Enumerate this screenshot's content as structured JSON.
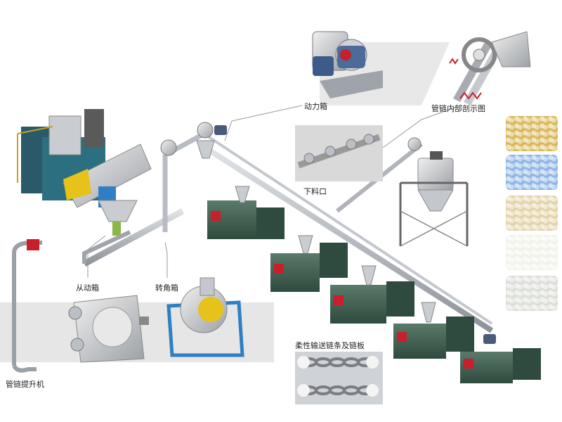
{
  "labels": {
    "power_box": "动力箱",
    "chain_cutaway": "管链内部剖示图",
    "discharge_port": "下料口",
    "driven_box": "从动箱",
    "corner_box": "转角箱",
    "chain_parts": "柔性输送链条及链板",
    "lifter": "管链提升机"
  },
  "materials": [
    {
      "name": "granules-yellow",
      "color": "#d9b85a"
    },
    {
      "name": "crystals-blue",
      "color": "#8fb6e6"
    },
    {
      "name": "powder-cream",
      "color": "#e3d3a8"
    },
    {
      "name": "powder-white",
      "color": "#f2f2ea"
    },
    {
      "name": "salt-white",
      "color": "#dcdfd8"
    }
  ],
  "colors": {
    "pipe": "#b8bcc4",
    "extruder": "#3f5f52",
    "frame_blue": "#2f7fc2",
    "motor": "#4a5a7a",
    "accent_red": "#c8202a",
    "accent_yellow": "#e6c21a"
  }
}
